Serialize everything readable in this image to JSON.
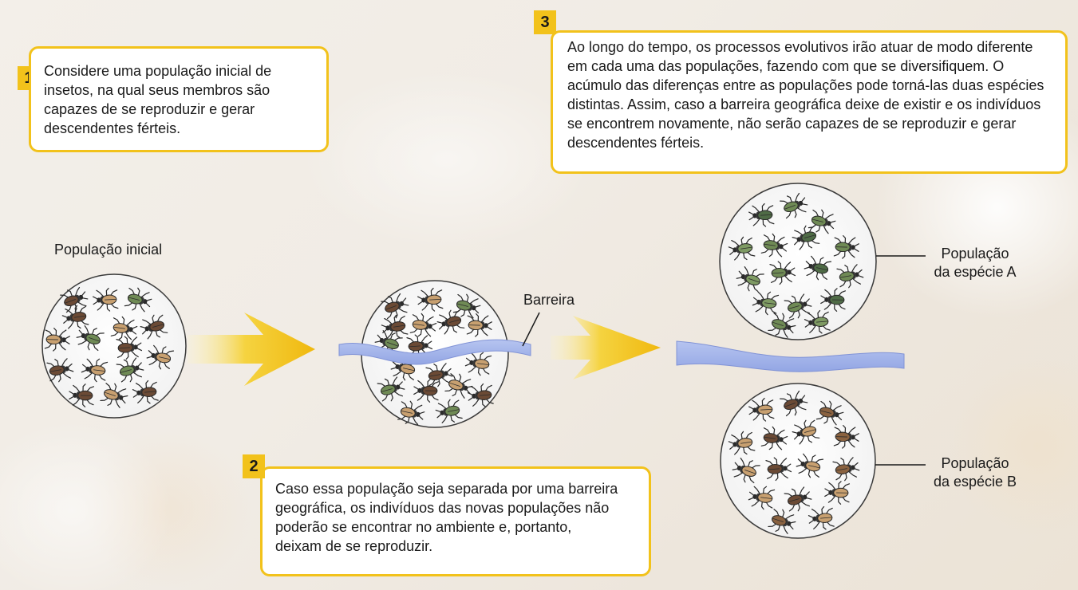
{
  "callout1": {
    "number": "1",
    "text": "Considere uma população inicial de insetos, na qual seus membros são capazes de se reproduzir e gerar descendentes férteis."
  },
  "callout2": {
    "number": "2",
    "text": "Caso essa população seja separada por uma barreira geográfica, os indivíduos das novas populações não poderão se encontrar no ambiente e, portanto, deixam de se reproduzir."
  },
  "callout3": {
    "number": "3",
    "text": "Ao longo do tempo, os processos evolutivos irão atuar de modo diferente em cada uma das populações, fazendo com que se diversifiquem. O acúmulo das diferenças entre as populações pode torná-las duas espécies distintas. Assim, caso a barreira geográfica deixe de existir e os indivíduos se encontrem novamente, não serão capazes de se reproduzir e gerar descendentes férteis."
  },
  "labels": {
    "initial_population": "População inicial",
    "barrier": "Barreira",
    "species_a_line1": "População",
    "species_a_line2": "da espécie A",
    "species_b_line1": "População",
    "species_b_line2": "da espécie B"
  },
  "colors": {
    "accent": "#f2c21b",
    "river": "#a9b8ec",
    "bug_brown": "#6b4a35",
    "bug_tan": "#c8a070",
    "bug_green": "#6f8a55",
    "bug_dark_green": "#4f6b46"
  }
}
